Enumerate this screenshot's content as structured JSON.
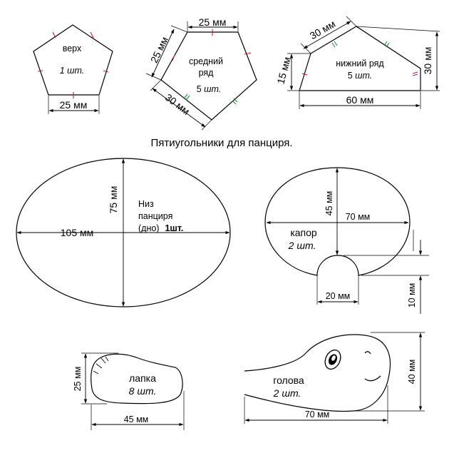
{
  "caption": "Пятиугольники для панциря.",
  "pieces": {
    "top": {
      "name": "верх",
      "qty": "1 шт.",
      "width": "25 мм"
    },
    "middle": {
      "name_line1": "средний",
      "name_line2": "ряд",
      "qty_num": "5",
      "qty_unit": "шт.",
      "top_edge": "25 мм",
      "side_edge": "25 мм",
      "bottom_edge": "30 мм"
    },
    "bottom": {
      "name": "нижний ряд",
      "qty_num": "5",
      "qty_unit": "шт.",
      "width": "60 мм",
      "slant_edge": "30 мм",
      "side_edge": "15 мм",
      "height": "30 мм"
    },
    "shell_bottom": {
      "name_line1": "Низ",
      "name_line2": "панциря",
      "name_line3": "(дно)",
      "qty": "1шт.",
      "width": "105 мм",
      "height": "75 мм"
    },
    "hood": {
      "name": "капор",
      "qty": "2 шт.",
      "height": "45 мм",
      "width": "70 мм",
      "notch_width": "20 мм",
      "notch_depth": "10 мм"
    },
    "paw": {
      "name": "лапка",
      "qty": "8 шт.",
      "height": "25 мм",
      "width": "45 мм"
    },
    "head": {
      "name": "голова",
      "qty": "2 шт.",
      "width": "70 мм",
      "height": "40 мм"
    }
  },
  "colors": {
    "outline": "#000000",
    "match_mark_red": "#d8142a",
    "match_mark_green": "#1a8a3a",
    "match_mark_purple": "#b0207a",
    "background": "#ffffff"
  }
}
